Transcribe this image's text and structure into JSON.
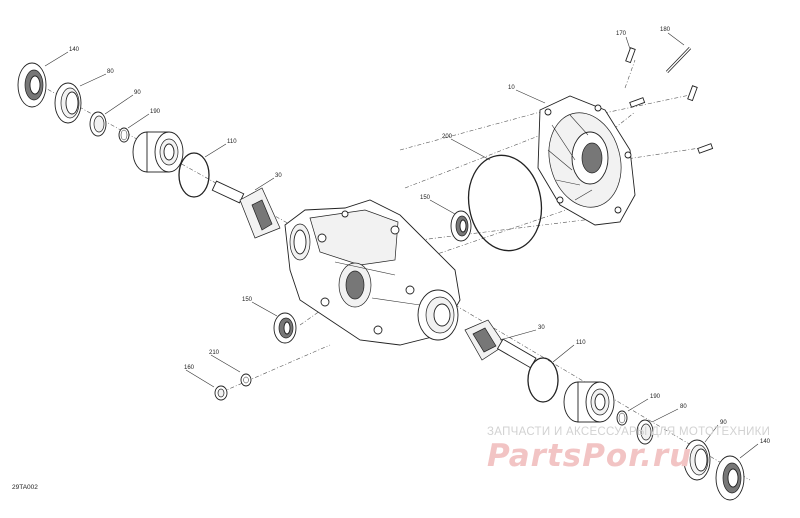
{
  "diagram_code": "29TA002",
  "watermark": {
    "line1": "ЗАПЧАСТИ И АКСЕССУАРЫ ДЛЯ МОТОТЕХНИКИ",
    "line2": "PartsPor.ru"
  },
  "labels": {
    "l140_a": "140",
    "l80_a": "80",
    "l90_a": "90",
    "l190_a": "190",
    "l110_a": "110",
    "l30_a": "30",
    "l170": "170",
    "l180": "180",
    "l10": "10",
    "l200": "200",
    "l150_a": "150",
    "l150_b": "150",
    "l210": "210",
    "l160": "160",
    "l30_b": "30",
    "l110_b": "110",
    "l190_b": "190",
    "l80_b": "80",
    "l90_b": "90",
    "l140_b": "140"
  }
}
